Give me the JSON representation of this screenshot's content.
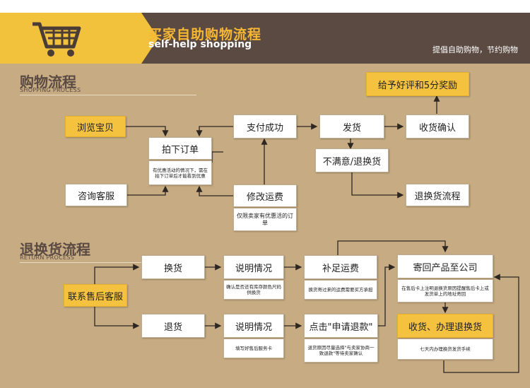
{
  "banner": {
    "title_cn": "买家自助购物流程",
    "title_en": "self-help shopping",
    "right_text": "提倡自助购物，节约购物"
  },
  "shopping": {
    "title": "购物流程",
    "subtitle": "SHOPPING PROCESS",
    "browse": "浏览宝贝",
    "place_order": "拍下订单",
    "place_order_note": "有优惠活动的情况下，需在拍下订单后才能看到优惠",
    "consult": "咨询客服",
    "modify_fee": "修改运费",
    "modify_fee_note": "仅限卖家有优惠活的订单",
    "pay_success": "支付成功",
    "ship": "发货",
    "receive_confirm": "收货确认",
    "reward": "给予好评和5分奖励",
    "unsatisfied": "不满意/退换货",
    "return_process": "退换货流程"
  },
  "returns": {
    "title": "退换货流程",
    "subtitle": "RETURN PROCESS",
    "contact": "联系售后客服",
    "exchange": "换货",
    "refund": "退货",
    "explain1": "说明情况",
    "explain1_note": "确认是否还有库存颜色尺码供换货",
    "explain2": "说明情况",
    "explain2_note": "填写好售后服务卡",
    "pay_shipping": "补足运费",
    "pay_shipping_note": "换货寄过来的运费需要买方承担",
    "click_refund": "点击\"申请退款\"",
    "click_refund_note": "退货原因尽量选择\"与卖家协商一致退款\"等待卖家确认",
    "send_back": "寄回产品至公司",
    "send_back_note": "在售后卡上注明退换货原因提醒售后卡上或发货单上的地址寄回",
    "receive_exchange": "收货、办理退换货",
    "receive_exchange_note": "七天内办理换货发货手续"
  },
  "colors": {
    "background": "#c7ac83",
    "banner": "#5a4a42",
    "accent": "#f5c23f",
    "text": "#5a4a42"
  },
  "icons": {
    "cart": "shopping-cart-icon"
  }
}
